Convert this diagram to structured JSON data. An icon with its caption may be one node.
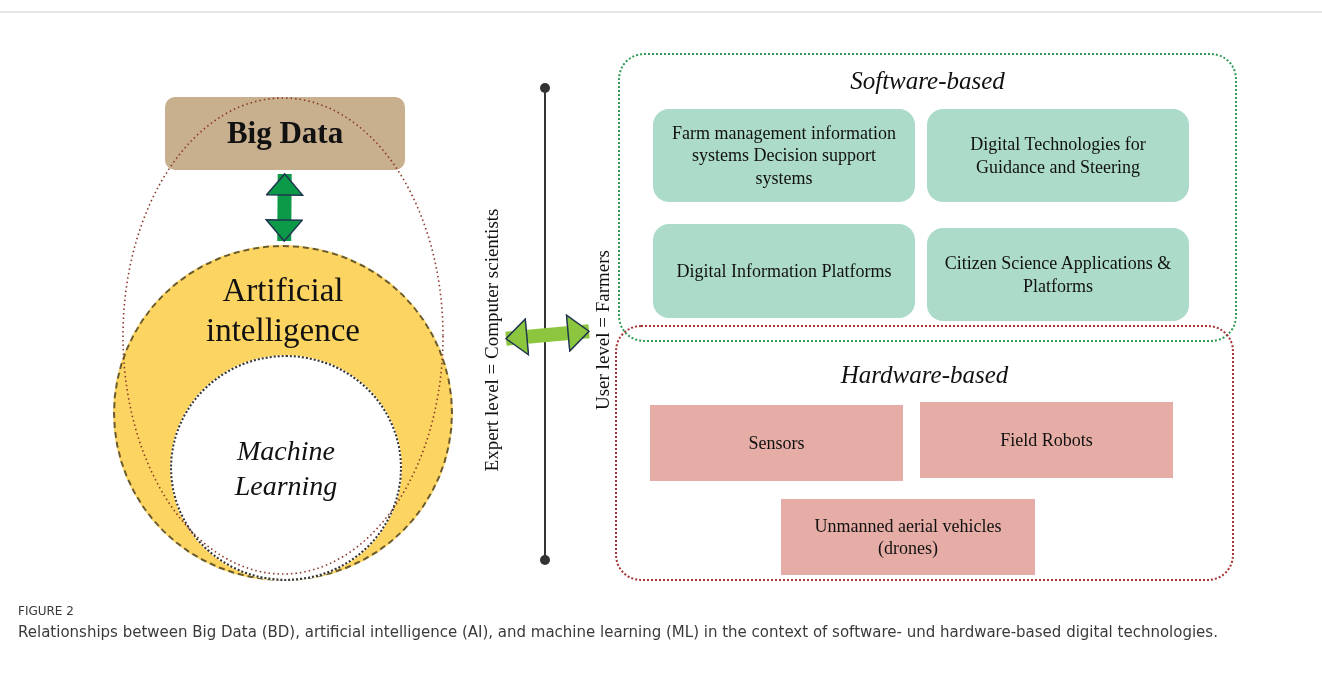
{
  "diagram": {
    "title": "FIGURE 2",
    "caption": "Relationships between Big Data (BD), artificial intelligence (AI), and machine learning (ML) in the context of software- und hardware-based digital technologies.",
    "nodes": [
      {
        "text": [
          "Big Data"
        ]
      },
      {
        "text": [
          "Artificial intelligence"
        ]
      },
      {
        "text": [
          "Machine Learning"
        ],
        "in": 1
      },
      {
        "text": [
          "Expert level = Computer scientists"
        ]
      },
      {
        "text": [
          "User level = Farmers"
        ]
      },
      {
        "text": [
          "Software-based"
        ]
      },
      {
        "text": [
          "Farm management information systems Decision support systems"
        ],
        "in": 5
      },
      {
        "text": [
          "Digital Technologies for Guidance and Steering"
        ],
        "in": 5
      },
      {
        "text": [
          "Digital Information Platforms"
        ],
        "in": 5
      },
      {
        "text": [
          "Citizen Science Applications & Platforms"
        ],
        "in": 5
      },
      {
        "text": [
          "Hardware-based"
        ]
      },
      {
        "text": [
          "Sensors"
        ],
        "in": 10
      },
      {
        "text": [
          "Field Robots"
        ],
        "in": 10
      },
      {
        "text": [
          "Unmanned aerial vehicles (drones)"
        ],
        "in": 10
      }
    ],
    "edges": [
      {
        "from": 0,
        "to": 1,
        "arrow": "both",
        "color": "#0d9a48"
      },
      {
        "from": 3,
        "to": 4,
        "arrow": "both",
        "color": "#8cc63f"
      }
    ]
  }
}
